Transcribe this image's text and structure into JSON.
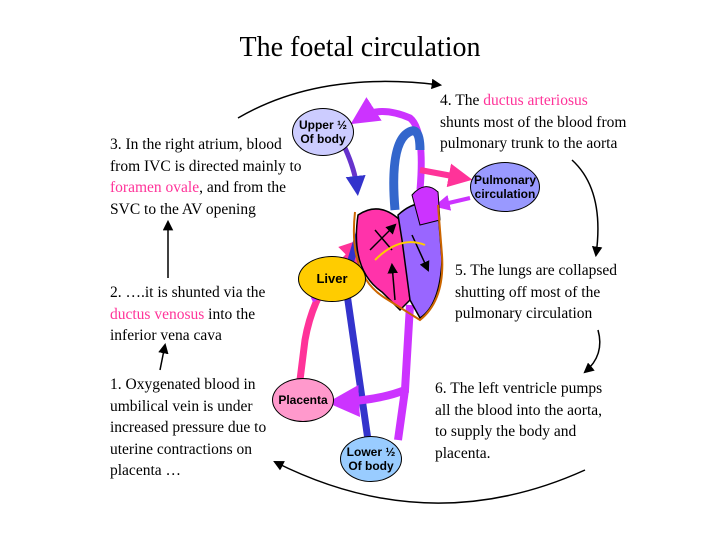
{
  "title": "The foetal circulation",
  "colors": {
    "pink": "#ff3399",
    "magenta": "#cc33ff",
    "blue_vessel": "#3333cc",
    "purple_vessel": "#9900ff",
    "upper_node_fill": "#ccccff",
    "pulmonary_node_fill": "#9999ff",
    "liver_node_fill": "#ffcc00",
    "placenta_node_fill": "#ff99cc",
    "lower_node_fill": "#99ccff"
  },
  "nodes": {
    "upper_body": {
      "line1": "Upper ½",
      "line2": "Of body"
    },
    "pulmonary": {
      "line1": "Pulmonary",
      "line2": "circulation"
    },
    "liver": {
      "line1": "Liver"
    },
    "placenta": {
      "line1": "Placenta"
    },
    "lower_body": {
      "line1": "Lower ½",
      "line2": "Of body"
    }
  },
  "steps": {
    "s1": {
      "l1": "1. Oxygenated blood  in",
      "l2": "umbilical vein is under",
      "l3": "increased pressure due to",
      "l4": "uterine contractions on",
      "l5": "placenta …"
    },
    "s2": {
      "l1": "2. ….it is shunted via the",
      "l2": "ductus venosus",
      "l2b": " into the",
      "l3": "inferior vena cava"
    },
    "s3": {
      "l1": "3. In the right atrium, blood",
      "l2": "from IVC is directed mainly to",
      "l3": "foramen ovale",
      "l3b": ", and from the",
      "l4": "SVC to the AV opening"
    },
    "s4": {
      "l1a": "4. The ",
      "l1b": "ductus arteriosus",
      "l2": "shunts most of the blood from",
      "l3": "pulmonary trunk to the aorta"
    },
    "s5": {
      "l1": "5. The lungs are collapsed",
      "l2": "shutting off most of the",
      "l3": "pulmonary circulation"
    },
    "s6": {
      "l1": "6. The left ventricle pumps",
      "l2": "all the blood into the aorta,",
      "l3": "to supply the body and",
      "l4": "placenta."
    }
  }
}
